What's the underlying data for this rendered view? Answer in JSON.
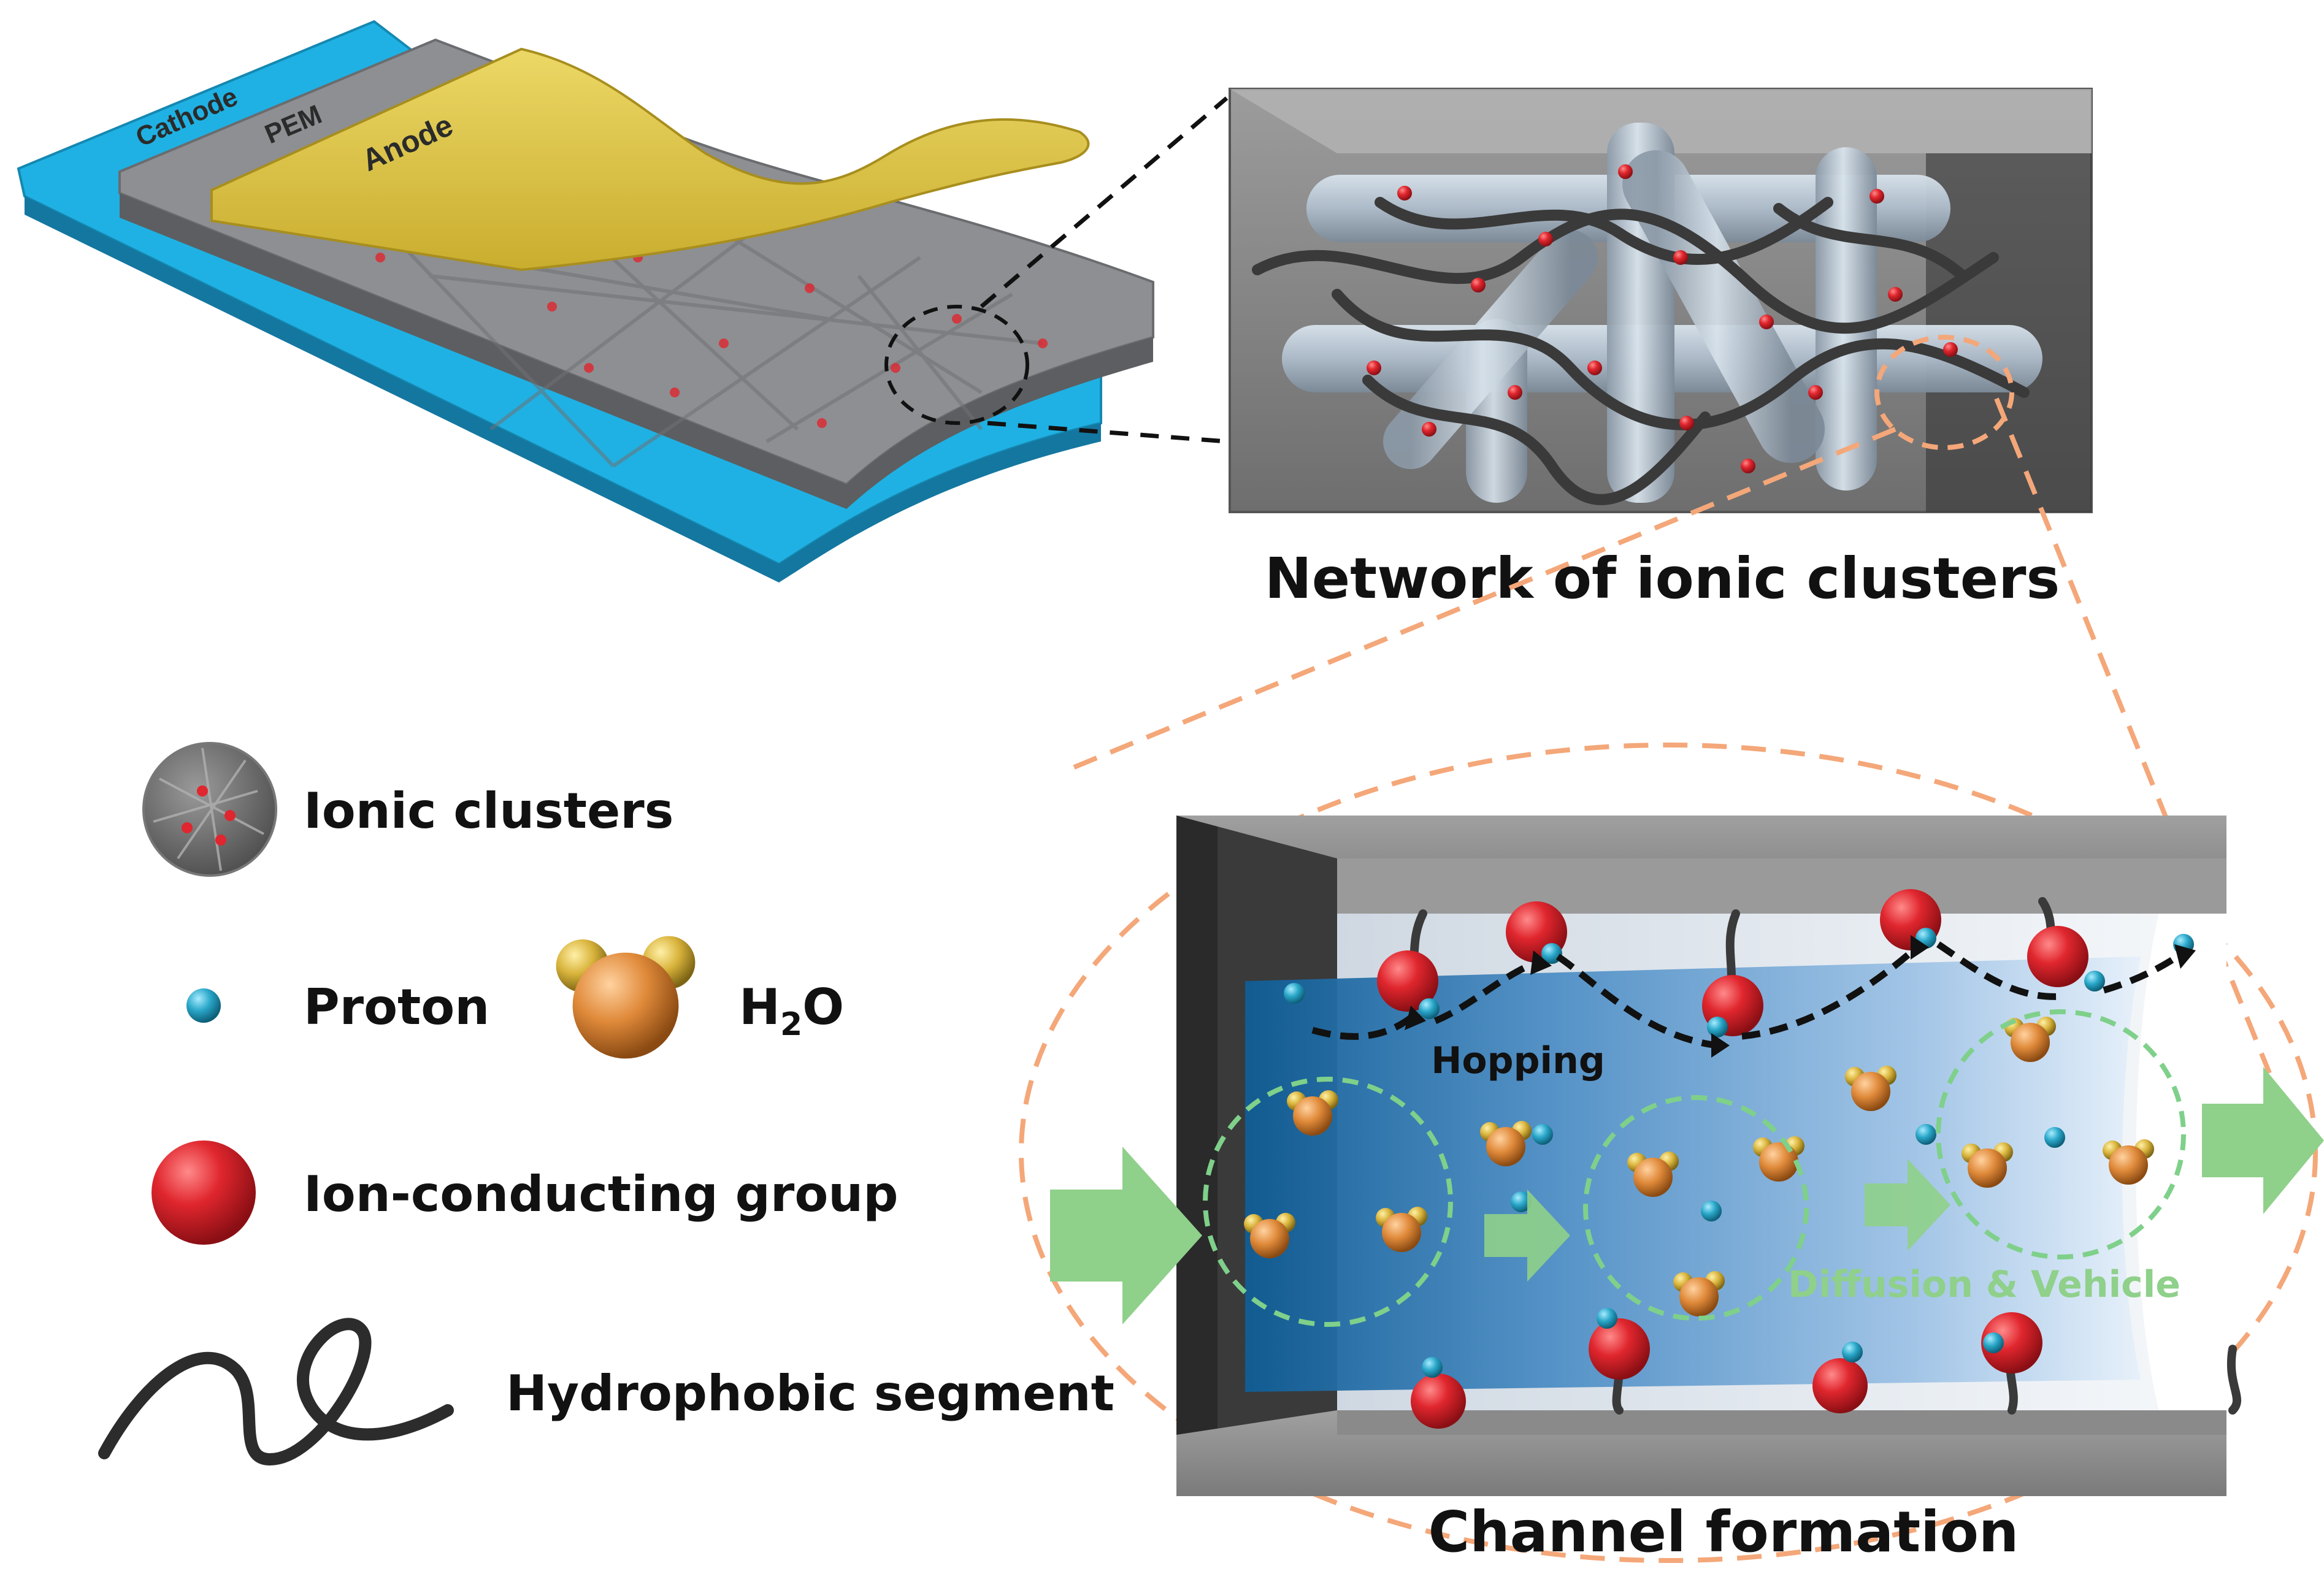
{
  "layers": {
    "cathode": "Cathode",
    "pem": "PEM",
    "anode": "Anode"
  },
  "captions": {
    "network": "Network of ionic clusters",
    "channel": "Channel formation"
  },
  "legend": {
    "ionic_clusters": "Ionic clusters",
    "proton": "Proton",
    "h2o_main": "H",
    "h2o_sub": "2",
    "h2o_tail": "O",
    "ion_group": "Ion-conducting group",
    "hydrophobic": "Hydrophobic segment"
  },
  "channel": {
    "hopping": "Hopping",
    "diffusion": "Diffusion & Vehicle"
  },
  "colors": {
    "cathode": "#1fb1e3",
    "pem": "#8d8f92",
    "anode": "#e3cd4f",
    "proton": "#2aa7c9",
    "ion_group": "#e0262e",
    "water_o": "#e08a3a",
    "water_h": "#d9b43c",
    "arrow_green": "#8fd08a",
    "dash_orange": "#f4a779"
  }
}
